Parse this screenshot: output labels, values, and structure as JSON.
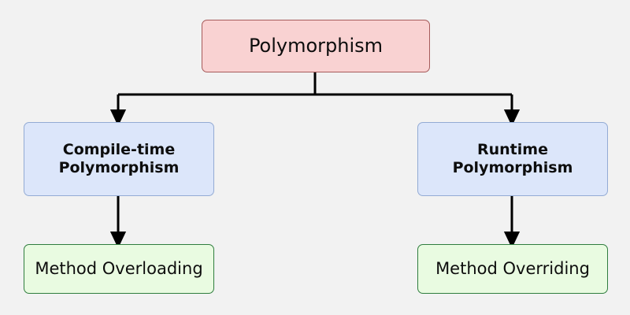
{
  "diagram": {
    "type": "tree-flowchart",
    "background_color": "#f2f2f2",
    "root": {
      "label": "Polymorphism",
      "fill_color": "#f9d2d2",
      "border_color": "#a65a5a"
    },
    "level2": [
      {
        "label": "Compile-time\nPolymorphism",
        "fill_color": "#dce6fa",
        "border_color": "#93abd4"
      },
      {
        "label": "Runtime\nPolymorphism",
        "fill_color": "#dce6fa",
        "border_color": "#93abd4"
      }
    ],
    "level3": [
      {
        "label": "Method Overloading",
        "fill_color": "#e9fbe1",
        "border_color": "#2f7d3e"
      },
      {
        "label": "Method Overriding",
        "fill_color": "#e9fbe1",
        "border_color": "#2f7d3e"
      }
    ],
    "connector_color": "#000000"
  }
}
